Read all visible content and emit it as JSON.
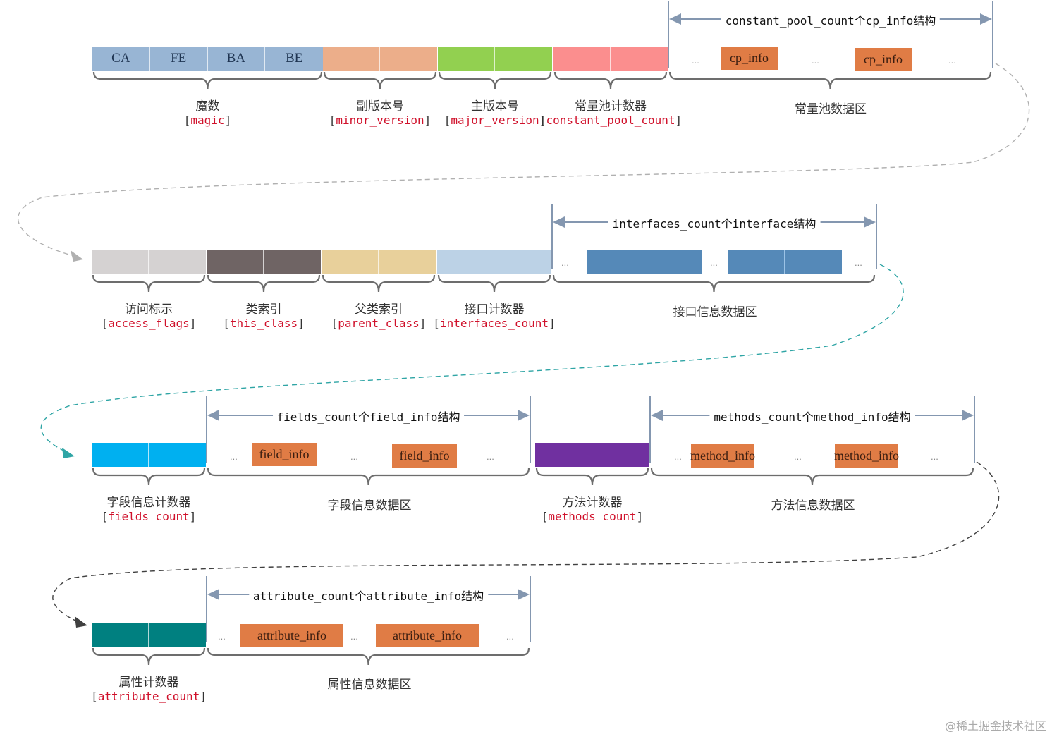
{
  "diagram": {
    "title": "Java class file structure",
    "colors": {
      "magic": "#98b5d4",
      "minor_version": "#ecae8a",
      "major_version": "#92d050",
      "constant_pool_count": "#fb8e8e",
      "access_flags": "#d5d2d2",
      "this_class": "#6f6464",
      "parent_class": "#e8d09b",
      "interfaces_count": "#bcd2e6",
      "interface_item": "#5589b8",
      "fields_count": "#00b0f0",
      "methods_count": "#7030a0",
      "attribute_count": "#008080",
      "info_box": "#e07c45",
      "brace": "#6d6d6d",
      "span_line": "#8497b0",
      "label_red": "#d0112b",
      "connector_gray": "#b0b0b0",
      "connector_teal": "#2fa5a5",
      "connector_dark": "#404040"
    },
    "ellipsis": "...",
    "rows": [
      {
        "segments": [
          {
            "key": "magic",
            "cells": [
              "CA",
              "FE",
              "BA",
              "BE"
            ],
            "label_cn": "魔数",
            "label_en": "magic"
          },
          {
            "key": "minor_version",
            "cells": [
              "",
              ""
            ],
            "label_cn": "副版本号",
            "label_en": "minor_version"
          },
          {
            "key": "major_version",
            "cells": [
              "",
              ""
            ],
            "label_cn": "主版本号",
            "label_en": "major_version"
          },
          {
            "key": "constant_pool_count",
            "cells": [
              "",
              ""
            ],
            "label_cn": "常量池计数器",
            "label_en": "constant_pool_count"
          }
        ],
        "area": {
          "span_label": "constant_pool_count个cp_info结构",
          "items": [
            "cp_info",
            "cp_info"
          ],
          "label_cn": "常量池数据区"
        }
      },
      {
        "segments": [
          {
            "key": "access_flags",
            "cells": [
              "",
              ""
            ],
            "label_cn": "访问标示",
            "label_en": "access_flags"
          },
          {
            "key": "this_class",
            "cells": [
              "",
              ""
            ],
            "label_cn": "类索引",
            "label_en": "this_class"
          },
          {
            "key": "parent_class",
            "cells": [
              "",
              ""
            ],
            "label_cn": "父类索引",
            "label_en": "parent_class"
          },
          {
            "key": "interfaces_count",
            "cells": [
              "",
              ""
            ],
            "label_cn": "接口计数器",
            "label_en": "interfaces_count"
          }
        ],
        "area": {
          "span_label": "interfaces_count个interface结构",
          "items": [
            "",
            ""
          ],
          "label_cn": "接口信息数据区"
        }
      },
      {
        "segments": [
          {
            "key": "fields_count",
            "cells": [
              "",
              ""
            ],
            "label_cn": "字段信息计数器",
            "label_en": "fields_count"
          }
        ],
        "area": {
          "span_label": "fields_count个field_info结构",
          "items": [
            "field_info",
            "field_info"
          ],
          "label_cn": "字段信息数据区"
        },
        "segments2": [
          {
            "key": "methods_count",
            "cells": [
              "",
              ""
            ],
            "label_cn": "方法计数器",
            "label_en": "methods_count"
          }
        ],
        "area2": {
          "span_label": "methods_count个method_info结构",
          "items": [
            "method_info",
            "method_info"
          ],
          "label_cn": "方法信息数据区"
        }
      },
      {
        "segments": [
          {
            "key": "attribute_count",
            "cells": [
              "",
              ""
            ],
            "label_cn": "属性计数器",
            "label_en": "attribute_count"
          }
        ],
        "area": {
          "span_label": "attribute_count个attribute_info结构",
          "items": [
            "attribute_info",
            "attribute_info"
          ],
          "label_cn": "属性信息数据区"
        }
      }
    ],
    "watermark": "@稀土掘金技术社区"
  }
}
